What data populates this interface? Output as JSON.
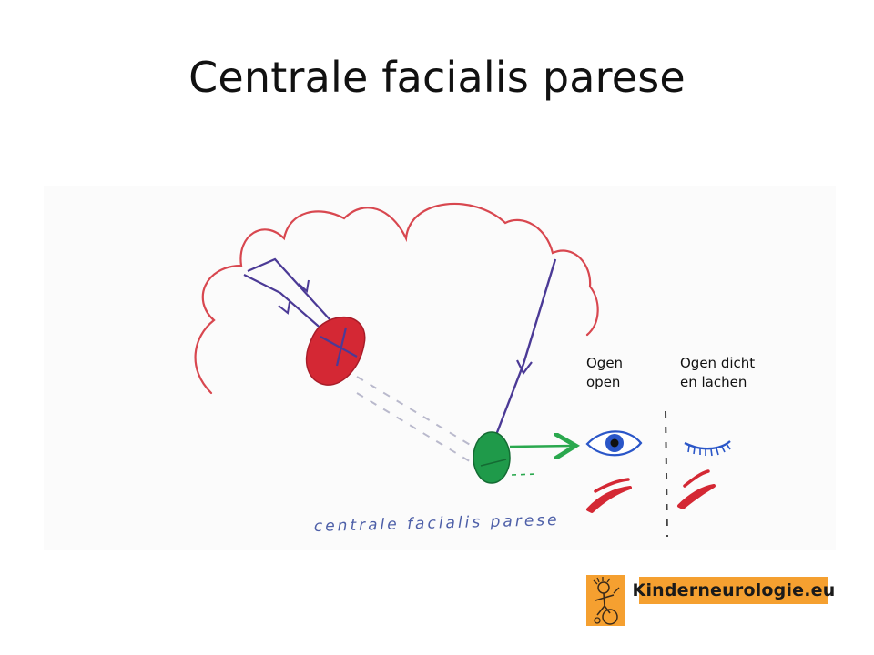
{
  "slide": {
    "title": "Centrale facialis parese"
  },
  "diagram": {
    "caption": "centrale facialis parese",
    "labels": {
      "eyes_open_line1": "Ogen",
      "eyes_open_line2": "open",
      "eyes_closed_line1": "Ogen dicht",
      "eyes_closed_line2": "en lachen"
    },
    "colors": {
      "brain_outline": "#d8474f",
      "nerve_tract": "#4b3a96",
      "lesion": "#d42834",
      "nucleus": "#1f9a4a",
      "facial_nerve": "#2aa84e",
      "eye": "#2a56c8",
      "mouth": "#d42834",
      "dashes": "#b9b9cc",
      "divider": "#444444"
    }
  },
  "logo": {
    "text": "Kinderneurologie.eu",
    "color": "#f5a030"
  }
}
